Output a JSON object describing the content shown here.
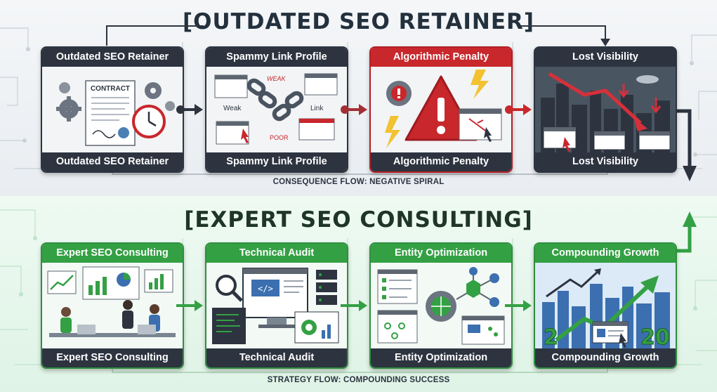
{
  "top": {
    "banner": "[OUTDATED SEO RETAINER]",
    "flow_label": "CONSEQUENCE FLOW: NEGATIVE SPIRAL",
    "cards": [
      {
        "title": "Outdated SEO Retainer",
        "footer": "Outdated SEO Retainer",
        "contract_text": "CONTRACT"
      },
      {
        "title": "Spammy Link Profile",
        "footer": "Spammy Link Profile",
        "words": [
          "WEAK",
          "Weak",
          "Link",
          "POOR"
        ]
      },
      {
        "title": "Algorithmic Penalty",
        "footer": "Algorithmic Penalty"
      },
      {
        "title": "Lost Visibility",
        "footer": "Lost Visibility"
      }
    ]
  },
  "bottom": {
    "banner": "[EXPERT SEO CONSULTING]",
    "flow_label": "STRATEGY FLOW: COMPOUNDING SUCCESS",
    "cards": [
      {
        "title": "Expert SEO Consulting",
        "footer": "Expert SEO Consulting"
      },
      {
        "title": "Technical Audit",
        "footer": "Technical Audit"
      },
      {
        "title": "Entity Optimization",
        "footer": "Entity Optimization"
      },
      {
        "title": "Compounding Growth",
        "footer": "Compounding Growth",
        "digits_left": "2",
        "digits_right": "20"
      }
    ]
  },
  "colors": {
    "dark": "#2d3440",
    "red": "#c8272c",
    "green": "#34a044",
    "warning_yellow": "#f2c230"
  }
}
